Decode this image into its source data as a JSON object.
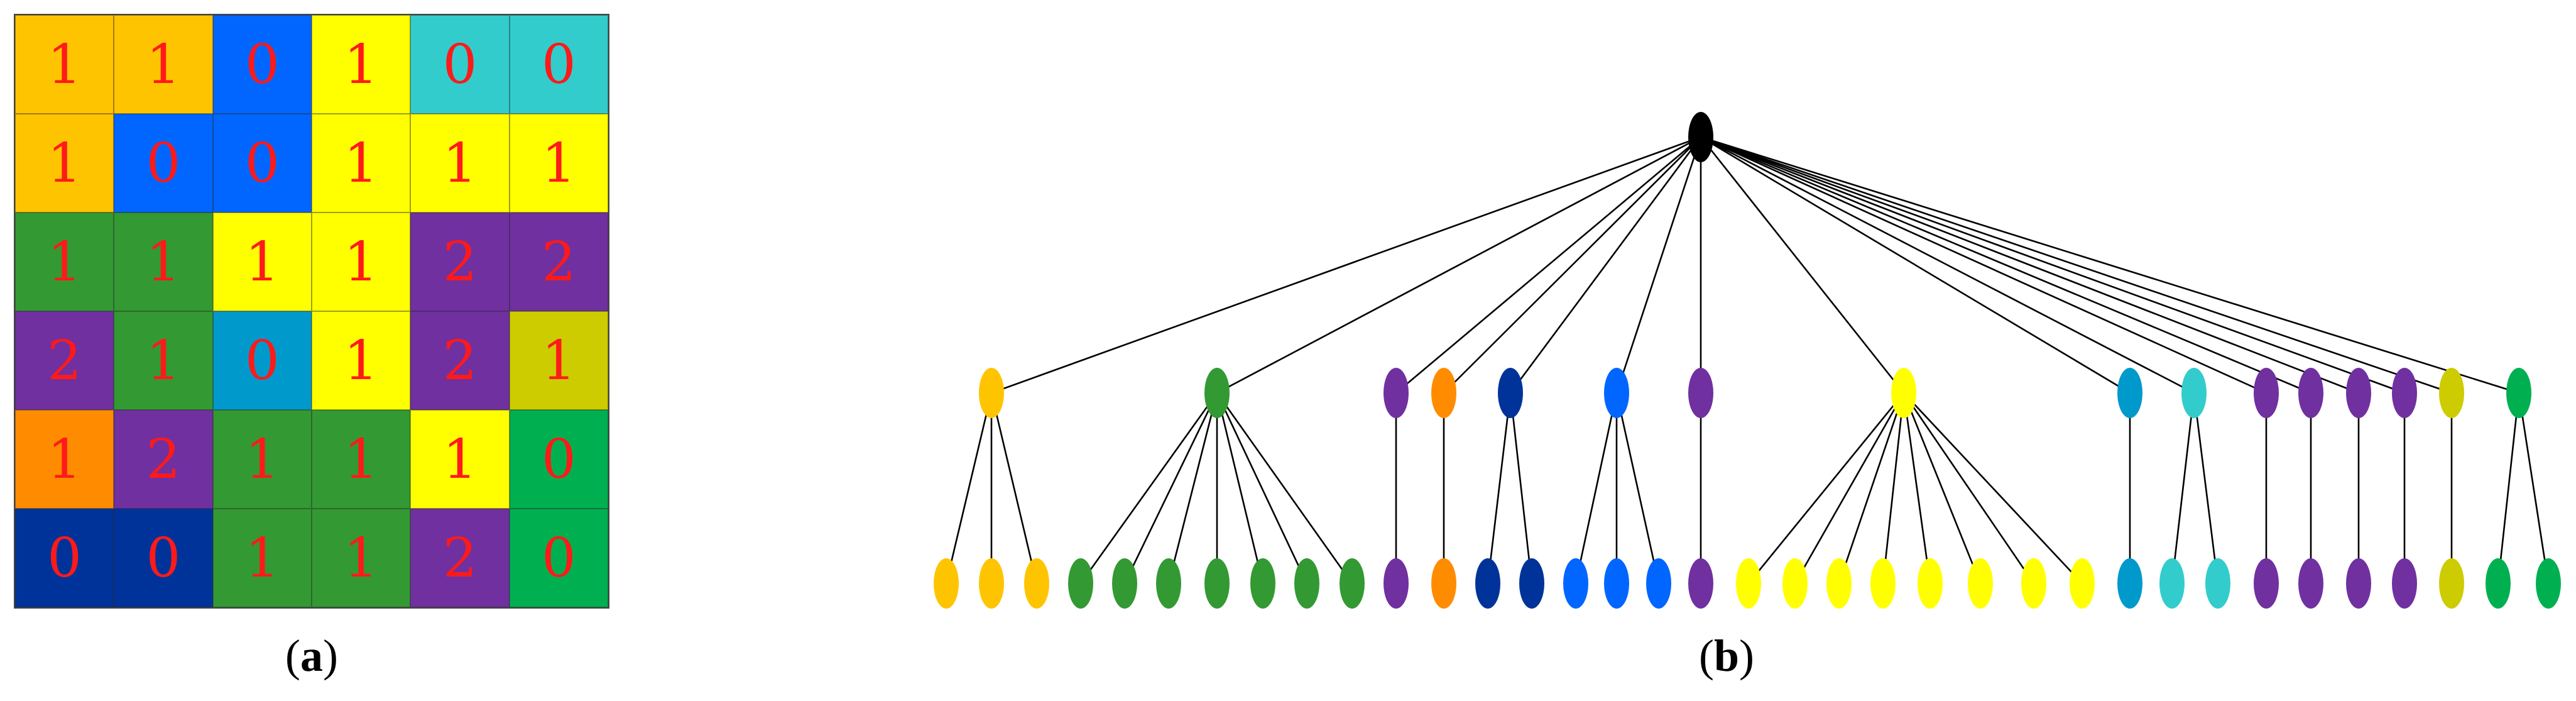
{
  "colors": {
    "gold": "#ffc400",
    "blue": "#0066ff",
    "yellow": "#ffff00",
    "cyan": "#33cccc",
    "green": "#339933",
    "purple": "#7030a0",
    "sky": "#0099cc",
    "olive": "#cccc00",
    "orange": "#ff8c00",
    "emerald": "#00b050",
    "navy": "#003399",
    "black": "#000000"
  },
  "grid": {
    "rows": [
      [
        {
          "v": "1",
          "c": "gold"
        },
        {
          "v": "1",
          "c": "gold"
        },
        {
          "v": "0",
          "c": "blue"
        },
        {
          "v": "1",
          "c": "yellow"
        },
        {
          "v": "0",
          "c": "cyan"
        },
        {
          "v": "0",
          "c": "cyan"
        }
      ],
      [
        {
          "v": "1",
          "c": "gold"
        },
        {
          "v": "0",
          "c": "blue"
        },
        {
          "v": "0",
          "c": "blue"
        },
        {
          "v": "1",
          "c": "yellow"
        },
        {
          "v": "1",
          "c": "yellow"
        },
        {
          "v": "1",
          "c": "yellow"
        }
      ],
      [
        {
          "v": "1",
          "c": "green"
        },
        {
          "v": "1",
          "c": "green"
        },
        {
          "v": "1",
          "c": "yellow"
        },
        {
          "v": "1",
          "c": "yellow"
        },
        {
          "v": "2",
          "c": "purple"
        },
        {
          "v": "2",
          "c": "purple"
        }
      ],
      [
        {
          "v": "2",
          "c": "purple"
        },
        {
          "v": "1",
          "c": "green"
        },
        {
          "v": "0",
          "c": "sky"
        },
        {
          "v": "1",
          "c": "yellow"
        },
        {
          "v": "2",
          "c": "purple"
        },
        {
          "v": "1",
          "c": "olive"
        }
      ],
      [
        {
          "v": "1",
          "c": "orange"
        },
        {
          "v": "2",
          "c": "purple"
        },
        {
          "v": "1",
          "c": "green"
        },
        {
          "v": "1",
          "c": "green"
        },
        {
          "v": "1",
          "c": "yellow"
        },
        {
          "v": "0",
          "c": "emerald"
        }
      ],
      [
        {
          "v": "0",
          "c": "navy"
        },
        {
          "v": "0",
          "c": "navy"
        },
        {
          "v": "1",
          "c": "green"
        },
        {
          "v": "1",
          "c": "green"
        },
        {
          "v": "2",
          "c": "purple"
        },
        {
          "v": "0",
          "c": "emerald"
        }
      ]
    ]
  },
  "tree": {
    "root_color": "black",
    "regions": [
      {
        "color": "gold",
        "leaves": 3
      },
      {
        "color": "green",
        "leaves": 7
      },
      {
        "color": "purple",
        "leaves": 1
      },
      {
        "color": "orange",
        "leaves": 1
      },
      {
        "color": "navy",
        "leaves": 2
      },
      {
        "color": "blue",
        "leaves": 3
      },
      {
        "color": "purple",
        "leaves": 1
      },
      {
        "color": "yellow",
        "leaves": 8
      },
      {
        "color": "sky",
        "leaves": 1
      },
      {
        "color": "cyan",
        "leaves": 2
      },
      {
        "color": "purple",
        "leaves": 1
      },
      {
        "color": "purple",
        "leaves": 1
      },
      {
        "color": "purple",
        "leaves": 1
      },
      {
        "color": "purple",
        "leaves": 1
      },
      {
        "color": "olive",
        "leaves": 1
      },
      {
        "color": "emerald",
        "leaves": 2
      }
    ]
  },
  "captions": {
    "a_letter": "a",
    "b_letter": "b"
  }
}
